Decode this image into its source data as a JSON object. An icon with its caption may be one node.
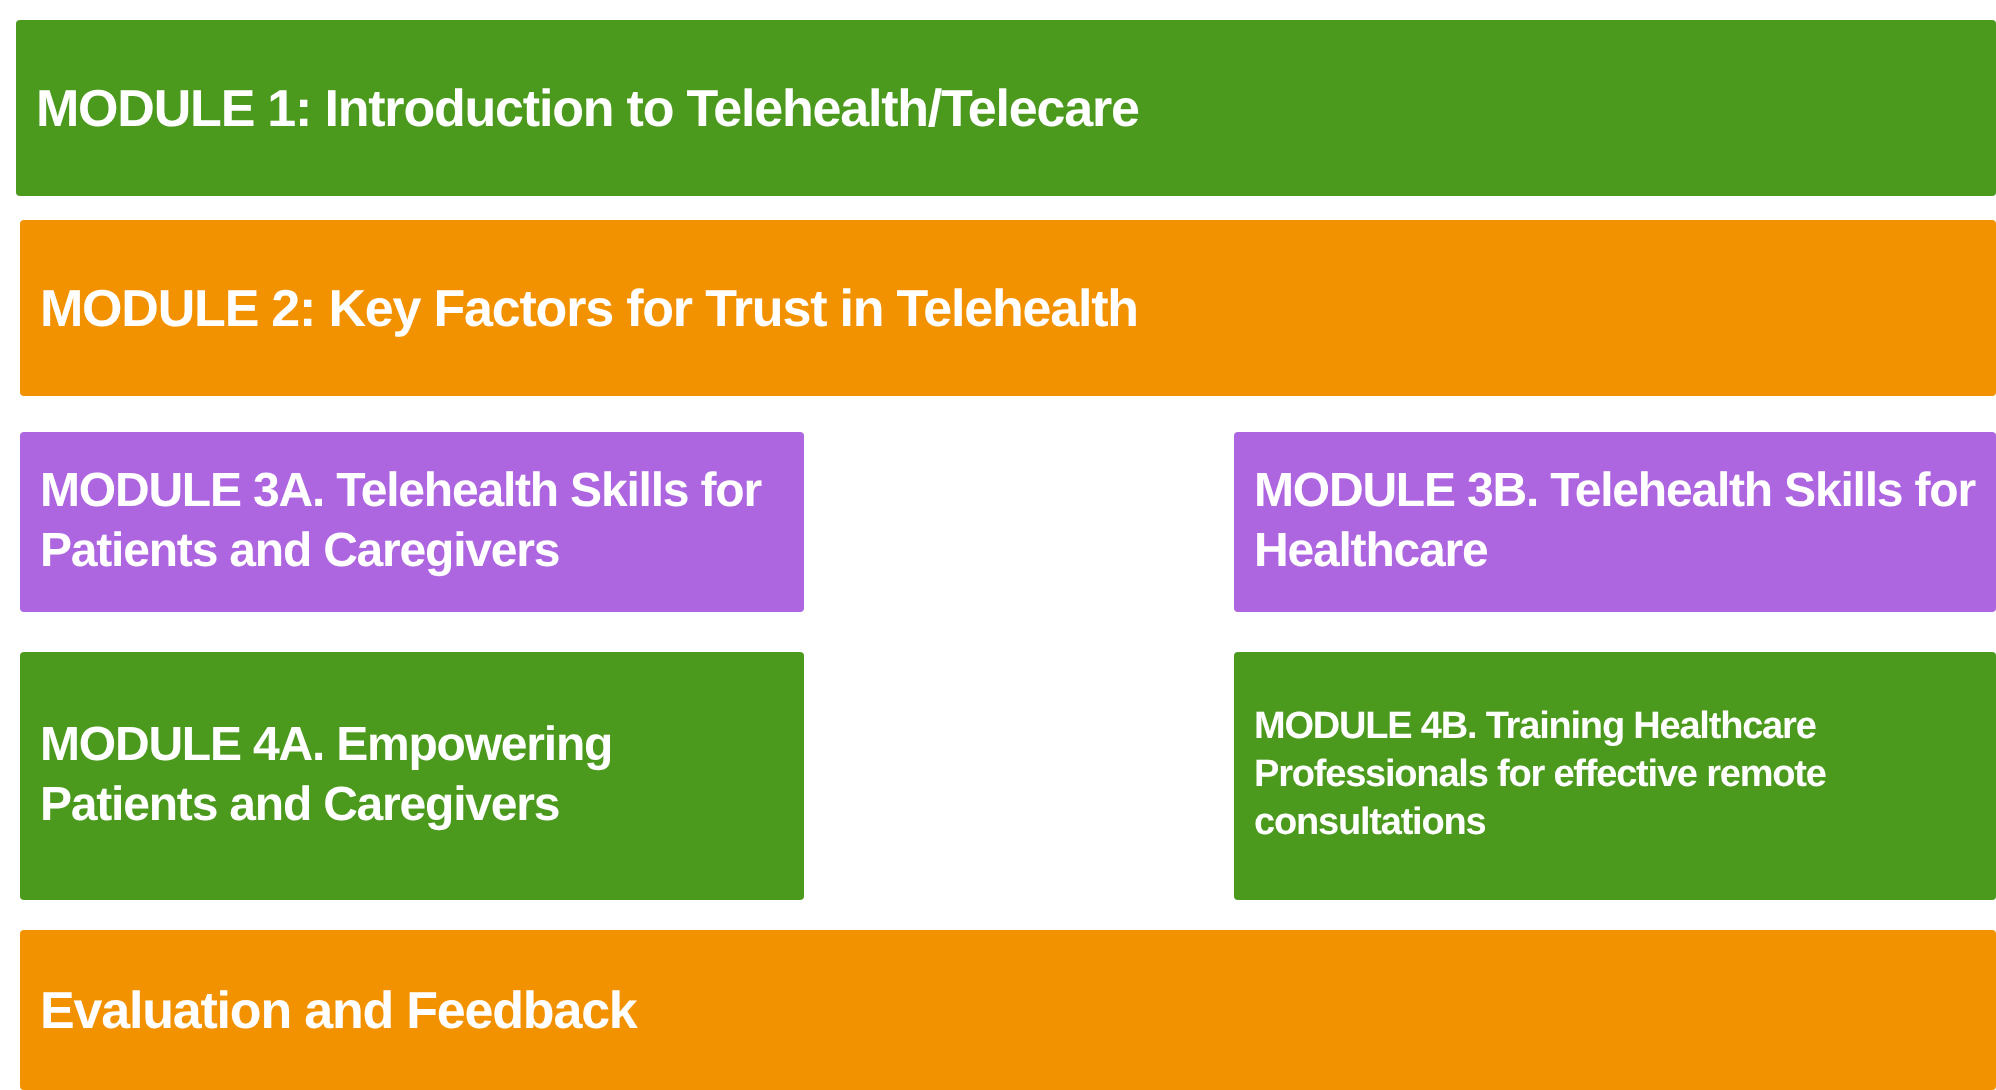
{
  "diagram": {
    "nodes": [
      {
        "text": [
          "MODULE 1: Introduction to Telehealth/Telecare"
        ]
      },
      {
        "text": [
          "MODULE 2: Key Factors for Trust in Telehealth"
        ]
      },
      {
        "text": [
          "MODULE 3A. Telehealth Skills for Patients and Caregivers"
        ]
      },
      {
        "text": [
          "MODULE 3B. Telehealth Skills for Healthcare"
        ]
      },
      {
        "text": [
          "MODULE 4A. Empowering Patients and Caregivers"
        ]
      },
      {
        "text": [
          "MODULE 4B. Training Healthcare Professionals for effective remote consultations"
        ]
      },
      {
        "text": [
          "Evaluation and Feedback"
        ]
      }
    ]
  }
}
